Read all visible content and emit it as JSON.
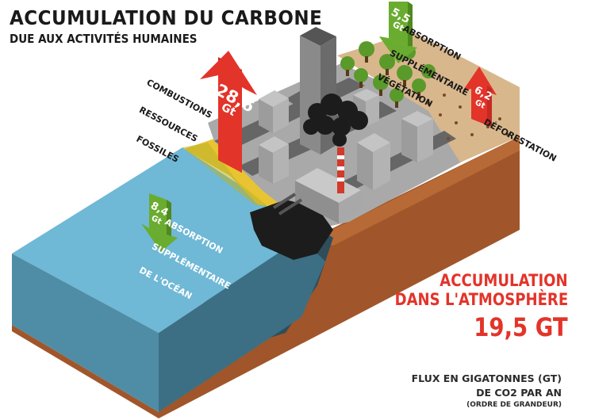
{
  "title": "ACCUMULATION DU CARBONE",
  "subtitle": "DUE AUX ACTIVITÉS HUMAINES",
  "flows": {
    "fossil": {
      "value": "28,6",
      "unit": "Gt",
      "label_lines": [
        "COMBUSTIONS",
        "RESSOURCES",
        "FOSSILES"
      ]
    },
    "vegetation": {
      "value": "5,5",
      "unit": "Gt",
      "label_lines": [
        "ABSORPTION",
        "SUPPLÉMENTAIRE",
        "VÉGÉTATION"
      ]
    },
    "deforestation": {
      "value": "6,2",
      "unit": "Gt",
      "label_lines": [
        "DÉFORESTATION"
      ]
    },
    "ocean": {
      "value": "8,4",
      "unit": "Gt",
      "label_lines": [
        "ABSORPTION",
        "SUPPLÉMENTAIRE",
        "DE L'OCÉAN"
      ]
    }
  },
  "accumulation": {
    "line1": "ACCUMULATION",
    "line2": "DANS L'ATMOSPHÈRE",
    "value": "19,5 GT"
  },
  "units_note": {
    "line1": "FLUX EN GIGATONNES (GT)",
    "line2": "DE CO2 PAR AN",
    "line3": "(ORDRE DE GRANDEUR)"
  },
  "colors": {
    "red": "#e3342a",
    "green": "#6aac2f",
    "ocean": "#6fb8d6",
    "soil": "#a0562a",
    "asphalt": "#8c8c8c"
  }
}
